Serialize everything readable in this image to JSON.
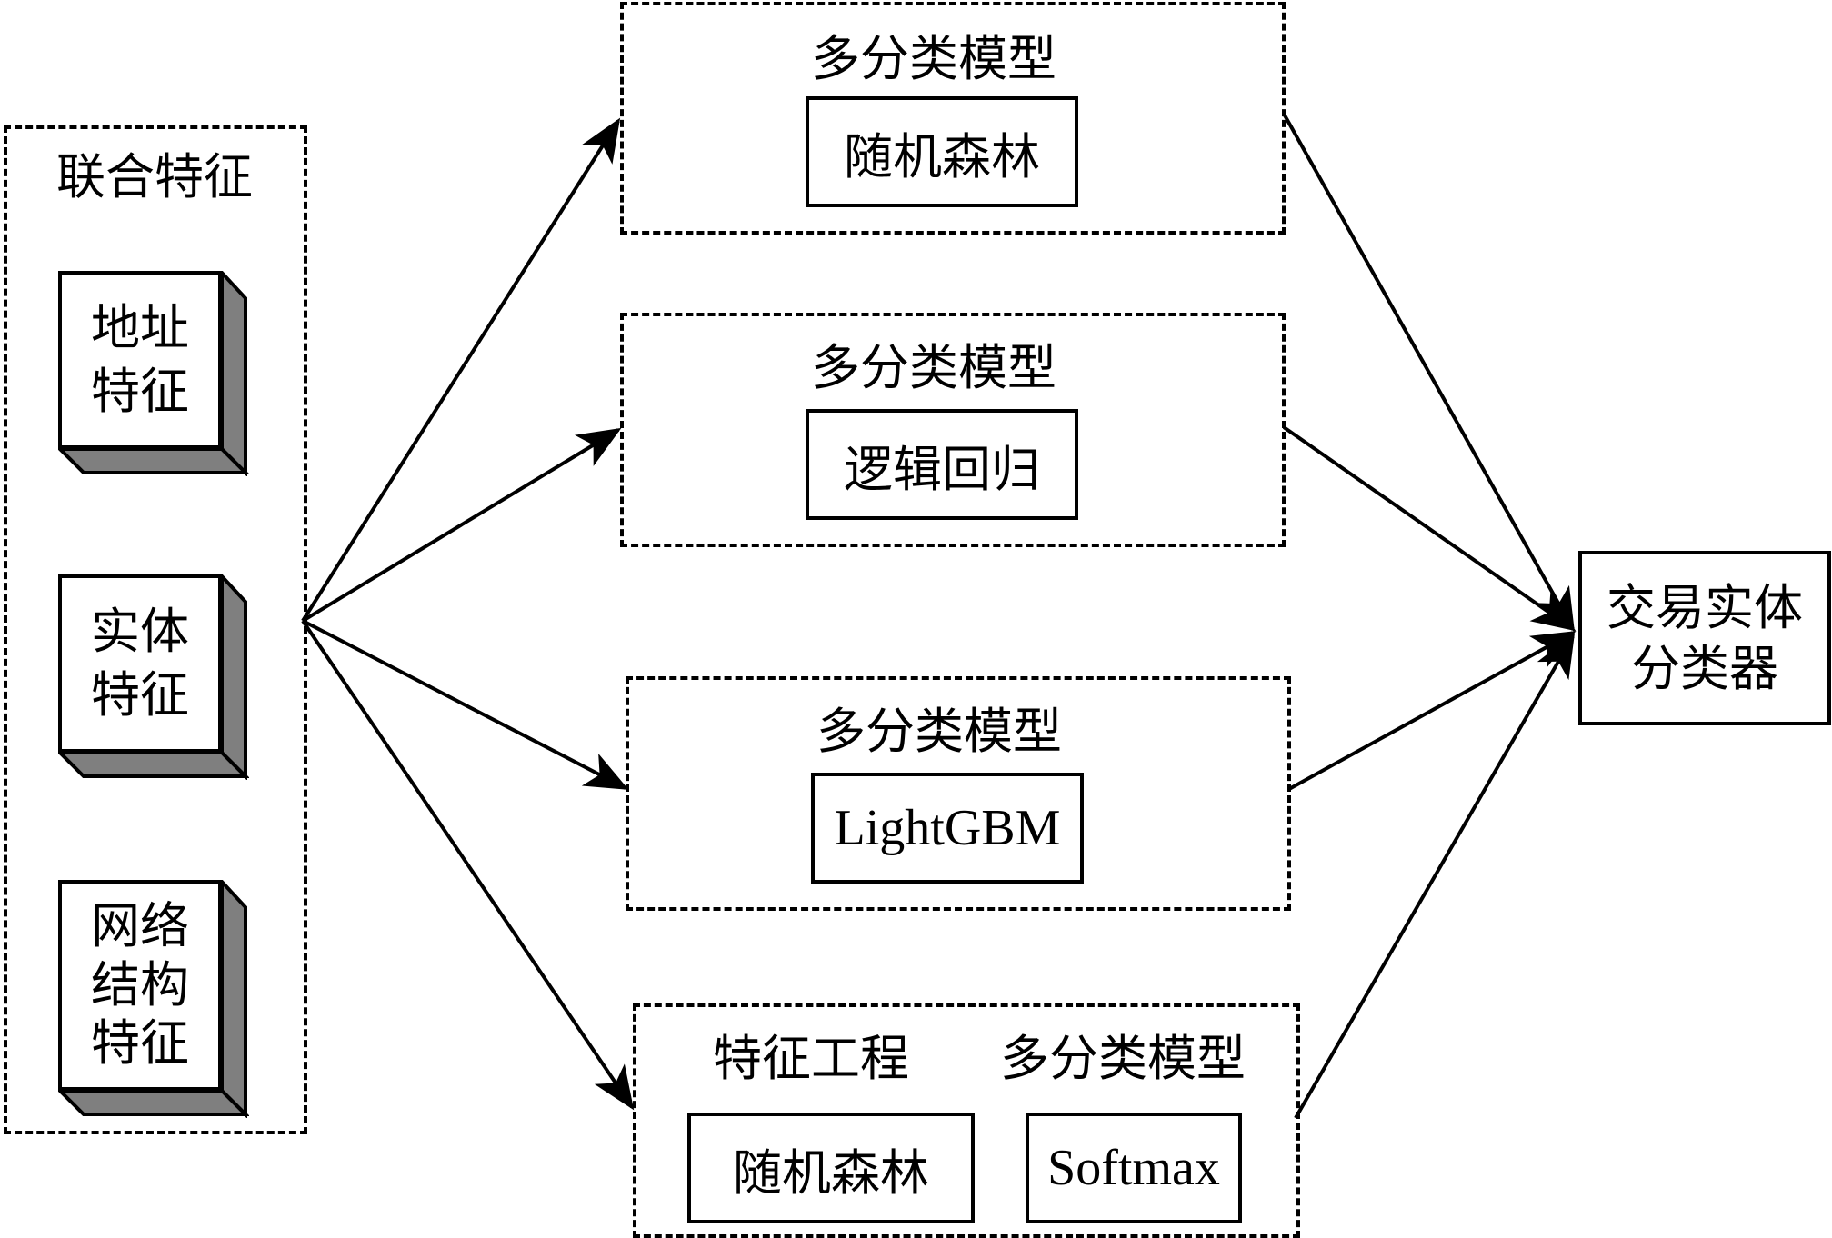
{
  "left_group": {
    "title": "联合特征",
    "features": [
      {
        "lines": [
          "地址",
          "特征"
        ]
      },
      {
        "lines": [
          "实体",
          "特征"
        ]
      },
      {
        "lines": [
          "网络",
          "结构",
          "特征"
        ]
      }
    ]
  },
  "models": [
    {
      "heading": "多分类模型",
      "algorithm": "随机森林"
    },
    {
      "heading": "多分类模型",
      "algorithm": "逻辑回归"
    },
    {
      "heading": "多分类模型",
      "algorithm": "LightGBM"
    }
  ],
  "pipeline_model": {
    "stage1_heading": "特征工程",
    "stage1_algorithm": "随机森林",
    "stage2_heading": "多分类模型",
    "stage2_algorithm": "Softmax"
  },
  "output": {
    "lines": [
      "交易实体",
      "分类器"
    ]
  },
  "colors": {
    "line": "#000000",
    "shade": "#7f7f7f",
    "background": "#ffffff"
  }
}
